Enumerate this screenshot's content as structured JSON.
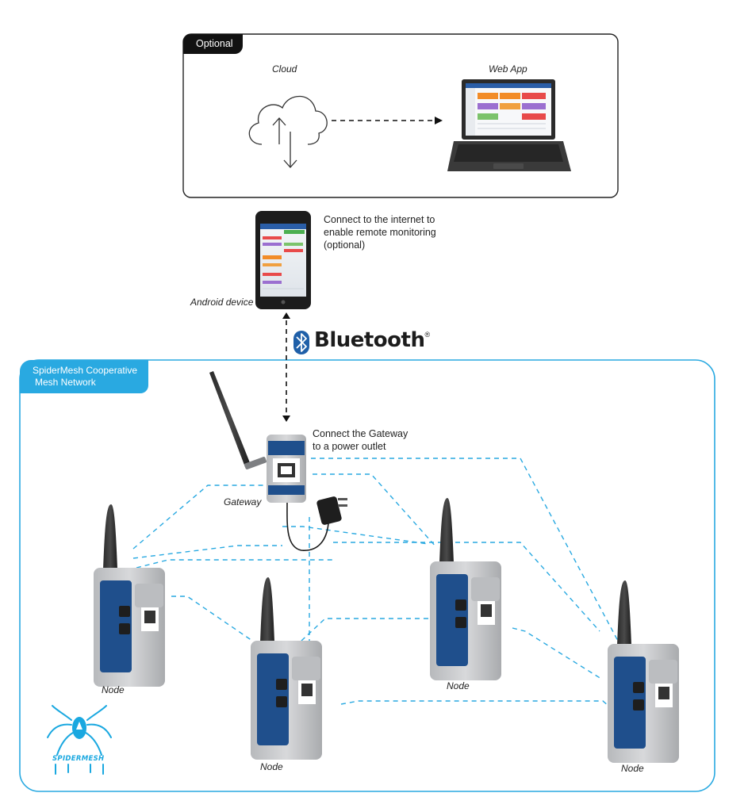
{
  "optional_panel": {
    "tag": "Optional",
    "cloud_label": "Cloud",
    "webapp_label": "Web App"
  },
  "android": {
    "label": "Android device",
    "note_lines": [
      "Connect to the internet to",
      "enable remote monitoring",
      "(optional)"
    ]
  },
  "bluetooth": {
    "word": "Bluetooth",
    "mark": "®"
  },
  "mesh_panel": {
    "tag_lines": [
      "SpiderMesh Cooperative",
      "Mesh Network"
    ]
  },
  "gateway": {
    "label": "Gateway",
    "note_lines": [
      "Connect the Gateway",
      "to a power outlet"
    ]
  },
  "nodes": [
    {
      "label": "Node"
    },
    {
      "label": "Node"
    },
    {
      "label": "Node"
    },
    {
      "label": "Node"
    }
  ],
  "logo": {
    "text": "SPIDERMESH"
  },
  "colors": {
    "accent_blue": "#29a9e1",
    "dark": "#111111",
    "node_body": "#c9cbce",
    "node_panel": "#1f4f8c"
  }
}
